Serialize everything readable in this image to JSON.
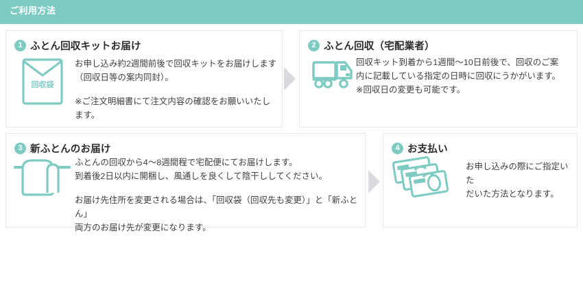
{
  "header": {
    "title": "ご利用方法",
    "background_color": "#7ecbc4",
    "text_color": "#ffffff"
  },
  "theme": {
    "accent_color": "#7ecbc4",
    "card_border_color": "#e4e7ee",
    "arrow_color": "#d8dae0",
    "body_text_color": "#3c3c3c",
    "title_text_color": "#2b2b2b"
  },
  "steps": [
    {
      "number": "1",
      "title": "ふとん回収キットお届け",
      "icon": "collection-bag-icon",
      "icon_label": "回収袋",
      "body": [
        "お申し込み約2週間前後で回収キットをお届けします",
        "（回収日等の案内同封）。",
        "※ご注文明細書にて注文内容の確認をお願いいたします。"
      ]
    },
    {
      "number": "2",
      "title": "ふとん回収（宅配業者）",
      "icon": "delivery-truck-icon",
      "body": [
        "回収キット到着から1週間〜10日前後で、回収のご案",
        "内に記載している指定の日時に回収にうかがいます。",
        "※回収日の変更も可能です。"
      ]
    },
    {
      "number": "3",
      "title": "新ふとんのお届け",
      "icon": "futon-on-rod-icon",
      "body": [
        "ふとんの回収から4〜8週間程で宅配便にてお届けします。",
        "到着後2日以内に開梱し、風通しを良くして陰干ししてください。",
        "お届け先住所を変更される場合は、「回収袋（回収先も変更）」と「新ふとん」",
        "両方のお届け先が変更になります。"
      ]
    },
    {
      "number": "4",
      "title": "お支払い",
      "icon": "payment-cards-icon",
      "body": [
        "お申し込みの際にご指定いた",
        "だいた方法となります。"
      ]
    }
  ],
  "arrows": [
    {
      "name": "arrow-step1-to-step2",
      "direction": "right"
    },
    {
      "name": "arrow-step3-to-step4",
      "direction": "right"
    }
  ]
}
